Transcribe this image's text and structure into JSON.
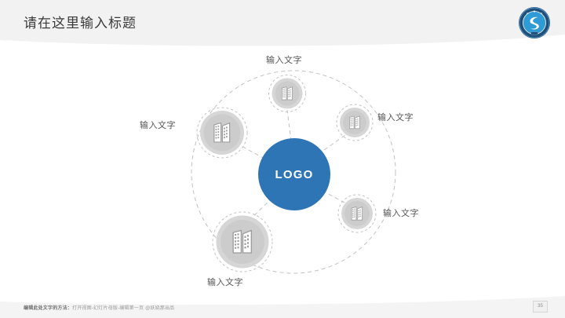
{
  "slide": {
    "title": "请在这里输入标题",
    "background_color": "#ffffff",
    "header_band_color": "#f2f2f2",
    "accent_color": "#2e75b6",
    "node_fill_color": "#d4d4d4",
    "node_inner_color": "#c9c9c9",
    "dashed_line_color": "#bfbfbf"
  },
  "emblem": {
    "name": "university-seal-logo",
    "outer_ring_color": "#1f4e79",
    "inner_color": "#2e9bd6",
    "glyph": "S"
  },
  "diagram": {
    "type": "radial-hub-and-spoke",
    "center": {
      "label": "LOGO",
      "color": "#2e75b6"
    },
    "nodes": [
      {
        "id": "node-top",
        "label": "输入文字",
        "icon": "building-icon",
        "size": "small",
        "label_position": "above"
      },
      {
        "id": "node-upper-right",
        "label": "输入文字",
        "icon": "building-icon",
        "size": "small",
        "label_position": "right"
      },
      {
        "id": "node-lower-right",
        "label": "输入文字",
        "icon": "building-icon",
        "size": "small",
        "label_position": "right"
      },
      {
        "id": "node-bottom",
        "label": "输入文字",
        "icon": "building-icon",
        "size": "large",
        "label_position": "below"
      },
      {
        "id": "node-left",
        "label": "输入文字",
        "icon": "building-icon",
        "size": "medium",
        "label_position": "left"
      }
    ]
  },
  "footer": {
    "text_bold": "编辑此处文字的方法：",
    "text_rest": "打开视图-幻灯片母版-编辑第一页 @妖娆那出品",
    "page_number": "35"
  }
}
